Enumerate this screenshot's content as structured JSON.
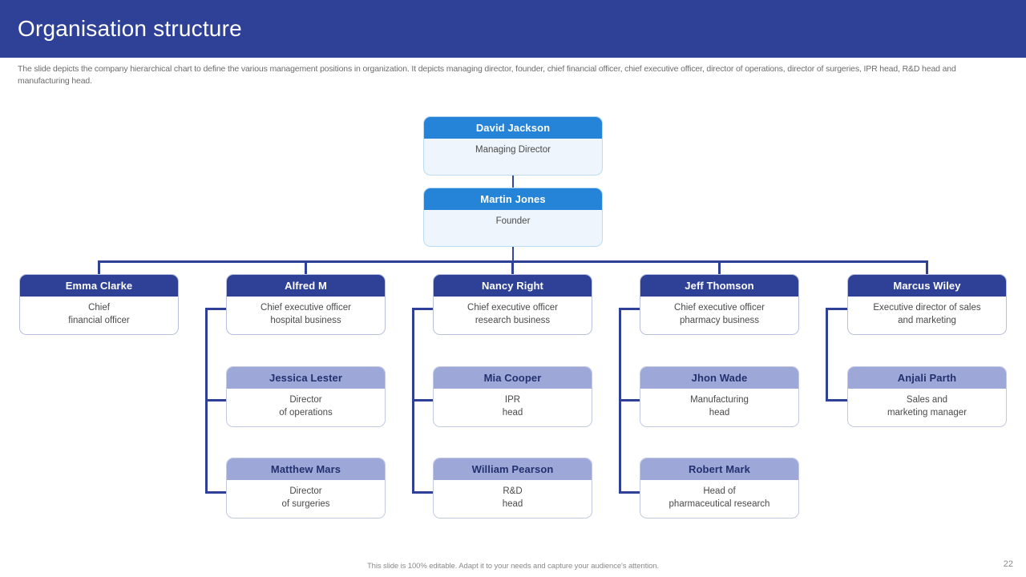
{
  "header": {
    "title": "Organisation structure",
    "bar_color": "#2F4196"
  },
  "description": "The slide depicts the company hierarchical chart to define the various management positions in organization. It depicts managing director, founder, chief financial officer, chief executive officer, director of operations, director of surgeries, IPR head, R&D head and manufacturing head.",
  "footer": {
    "note": "This slide is 100% editable. Adapt it to your needs and capture your audience's attention.",
    "page_number": "22"
  },
  "palette": {
    "level1_header": "#2583D8",
    "level1_body": "#EFF5FC",
    "level2_header": "#2F4196",
    "level3_header": "#9EA8D8",
    "connector": "#2F4196"
  },
  "chart_data": {
    "type": "diagram",
    "title": "Organisation structure",
    "nodes": [
      {
        "id": "david-jackson",
        "name": "David Jackson",
        "role": "Managing Director",
        "level": 1
      },
      {
        "id": "martin-jones",
        "name": "Martin Jones",
        "role": "Founder",
        "level": 1
      },
      {
        "id": "emma-clarke",
        "name": "Emma Clarke",
        "role": "Chief\nfinancial officer",
        "level": 2
      },
      {
        "id": "alfred-m",
        "name": "Alfred M",
        "role": "Chief executive officer\nhospital business",
        "level": 2
      },
      {
        "id": "nancy-right",
        "name": "Nancy Right",
        "role": "Chief executive officer\nresearch business",
        "level": 2
      },
      {
        "id": "jeff-thomson",
        "name": "Jeff Thomson",
        "role": "Chief executive officer\npharmacy business",
        "level": 2
      },
      {
        "id": "marcus-wiley",
        "name": "Marcus Wiley",
        "role": "Executive director of sales\nand marketing",
        "level": 2
      },
      {
        "id": "jessica-lester",
        "name": "Jessica Lester",
        "role": "Director\nof operations",
        "level": 3
      },
      {
        "id": "mia-cooper",
        "name": "Mia Cooper",
        "role": "IPR\nhead",
        "level": 3
      },
      {
        "id": "jhon-wade",
        "name": "Jhon Wade",
        "role": "Manufacturing\nhead",
        "level": 3
      },
      {
        "id": "anjali-parth",
        "name": "Anjali Parth",
        "role": "Sales and\nmarketing manager",
        "level": 3
      },
      {
        "id": "matthew-mars",
        "name": "Matthew Mars",
        "role": "Director\nof surgeries",
        "level": 3
      },
      {
        "id": "william-pearson",
        "name": "William Pearson",
        "role": "R&D\nhead",
        "level": 3
      },
      {
        "id": "robert-mark",
        "name": "Robert Mark",
        "role": "Head of\npharmaceutical research",
        "level": 3
      }
    ],
    "edges": [
      {
        "from": "david-jackson",
        "to": "martin-jones"
      },
      {
        "from": "martin-jones",
        "to": "emma-clarke"
      },
      {
        "from": "martin-jones",
        "to": "alfred-m"
      },
      {
        "from": "martin-jones",
        "to": "nancy-right"
      },
      {
        "from": "martin-jones",
        "to": "jeff-thomson"
      },
      {
        "from": "martin-jones",
        "to": "marcus-wiley"
      },
      {
        "from": "alfred-m",
        "to": "jessica-lester"
      },
      {
        "from": "alfred-m",
        "to": "matthew-mars"
      },
      {
        "from": "nancy-right",
        "to": "mia-cooper"
      },
      {
        "from": "nancy-right",
        "to": "william-pearson"
      },
      {
        "from": "jeff-thomson",
        "to": "jhon-wade"
      },
      {
        "from": "jeff-thomson",
        "to": "robert-mark"
      },
      {
        "from": "marcus-wiley",
        "to": "anjali-parth"
      }
    ]
  }
}
